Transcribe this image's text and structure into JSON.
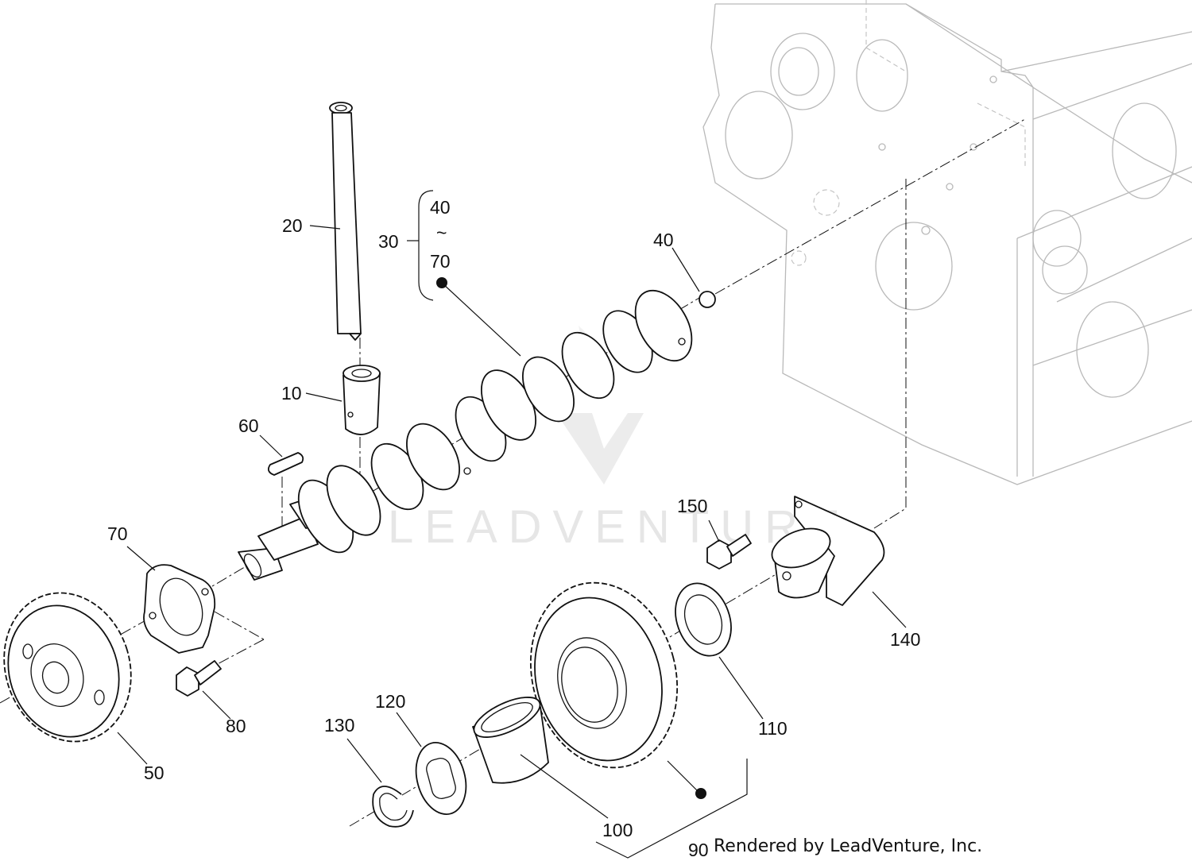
{
  "watermark": {
    "text": "LEADVENTURE",
    "logo_icon": "leadventure-v-logo-icon"
  },
  "credit": "Rendered by LeadVenture, Inc.",
  "callouts": {
    "p10": "10",
    "p20": "20",
    "p30": "30",
    "p30_from": "40",
    "p30_range": "~",
    "p30_to": "70",
    "p40": "40",
    "p50": "50",
    "p60": "60",
    "p70": "70",
    "p80": "80",
    "p90": "90",
    "p100": "100",
    "p110": "110",
    "p120": "120",
    "p130": "130",
    "p140": "140",
    "p150": "150"
  }
}
